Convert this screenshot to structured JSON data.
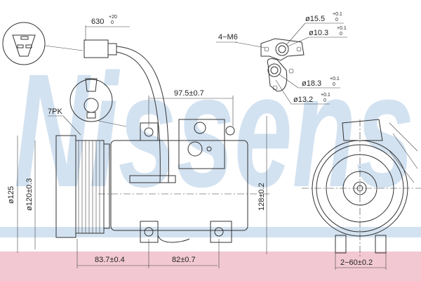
{
  "watermark": "Nissens",
  "colors": {
    "watermark": "#c9dcee",
    "band_pink": "#f2c9d2",
    "band_blue": "#d3e2f0",
    "line": "#333333"
  },
  "labels": {
    "cable_length": "630",
    "cable_tol_plus": "+20",
    "cable_tol_minus": "0",
    "belt": "7PK",
    "bolts": "4−M6",
    "port1": "ø15.5",
    "port2": "ø10.3",
    "port3": "ø18.3",
    "port4": "ø13.2",
    "port_tol_plus": "+0.1",
    "port_tol_minus": "0",
    "width_top": "97.5±0.7",
    "dia_outer": "ø125",
    "dia_pulley": "ø120±0.3",
    "height": "128±0.2",
    "dist1": "83.7±0.4",
    "dist2": "82±0.7",
    "mount_spacing": "2−60±0.2"
  }
}
